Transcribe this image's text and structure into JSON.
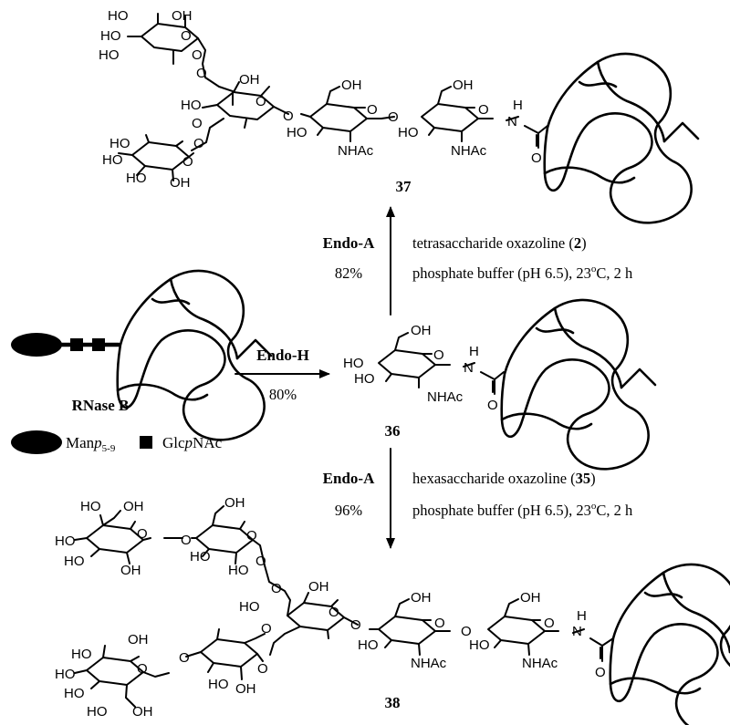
{
  "atoms": {
    "oh": "OH",
    "ho": "HO",
    "o": "O",
    "n": "N",
    "h": "H",
    "nhac": "NHAc"
  },
  "compounds": {
    "c37": "37",
    "c36": "36",
    "c38": "38",
    "rnase_b": "RNase B"
  },
  "legend": {
    "manp_prefix": "Man",
    "manp_italic": "p",
    "manp_sub": "5-9",
    "glcp_prefix": "Glc",
    "glcp_italic": "p",
    "glcp_suffix": "NAc"
  },
  "steps": {
    "endo_h": {
      "enzyme": "Endo-H",
      "yield": "80%"
    },
    "endo_a_top": {
      "enzyme": "Endo-A",
      "yield": "82%",
      "line1_prefix": "tetrasaccharide oxazoline (",
      "line1_ref": "2",
      "line1_suffix": ")",
      "line2_prefix": "phosphate buffer (pH 6.5), 23",
      "line2_sup": "o",
      "line2_suffix": "C, 2 h"
    },
    "endo_a_bottom": {
      "enzyme": "Endo-A",
      "yield": "96%",
      "line1_prefix": "hexasaccharide oxazoline (",
      "line1_ref": "35",
      "line1_suffix": ")",
      "line2_prefix": "phosphate buffer (pH 6.5), 23",
      "line2_sup": "o",
      "line2_suffix": "C, 2 h"
    }
  },
  "colors": {
    "ink": "#000000",
    "background": "#ffffff"
  }
}
